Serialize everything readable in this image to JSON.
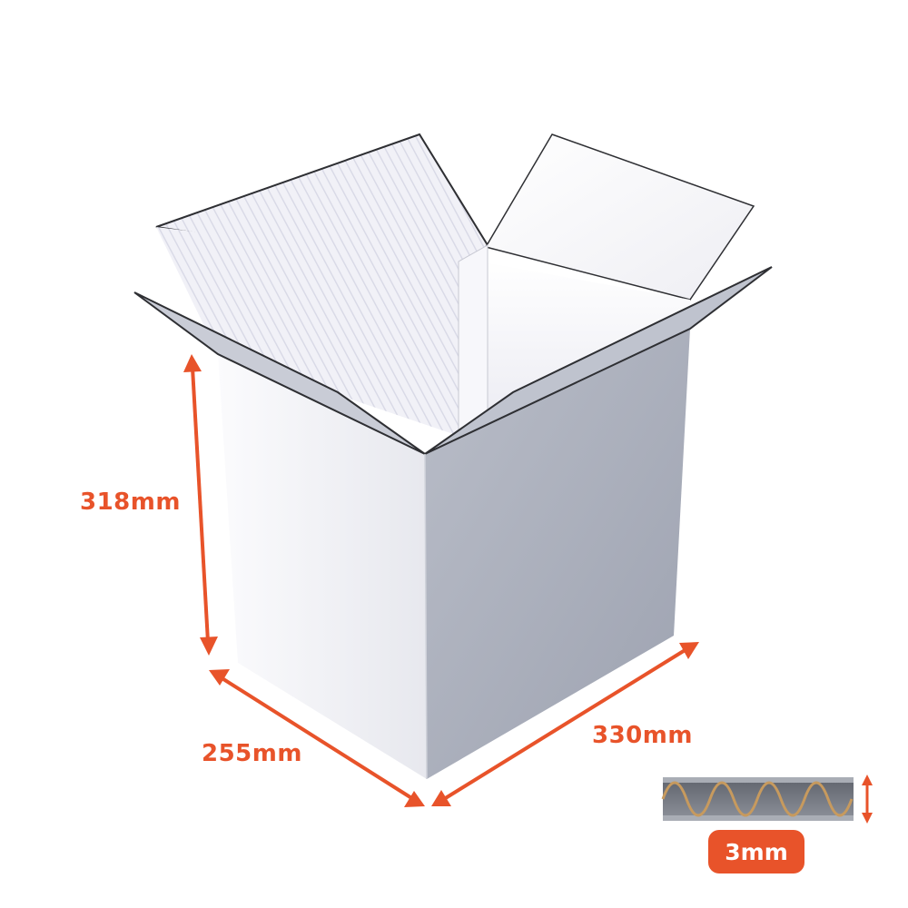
{
  "dimensions": {
    "height": "318mm",
    "depth": "255mm",
    "width": "330mm"
  },
  "wall": {
    "thickness": "3mm",
    "flute_icon": "corrugated-flute-icon"
  },
  "colors": {
    "accent": "#e8532a",
    "box_white": "#f4f4f7",
    "box_shade": "#a3a8b4",
    "flute": "#c79a5e"
  }
}
